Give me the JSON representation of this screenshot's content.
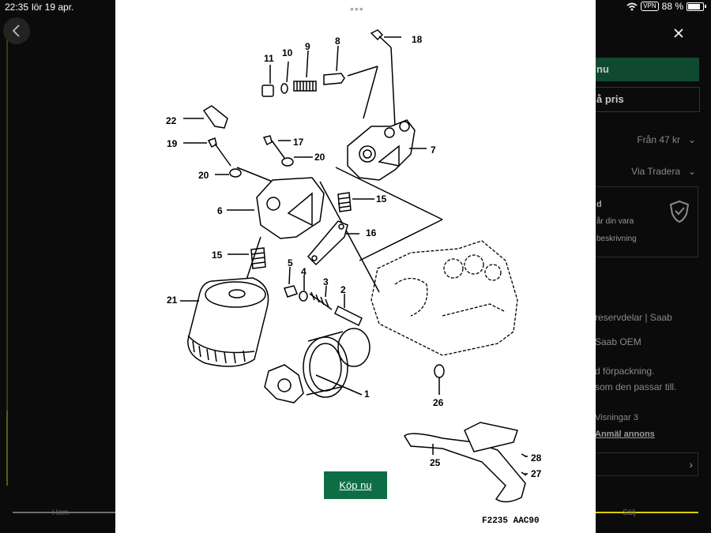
{
  "status_bar": {
    "time": "22:35",
    "date": "lör 19 apr.",
    "vpn": "VPN",
    "battery": "88 %"
  },
  "background": {
    "buy_button": "nu",
    "bid_button": "å pris",
    "shipping_price": "Från 47 kr",
    "shipping_via": "Via Tradera",
    "protection_title": "d",
    "protection_line1": "år din vara",
    "protection_line2": "beskrivning",
    "category": "reservdelar  |  Saab",
    "brand": "Saab OEM",
    "desc_line1": "d förpackning.",
    "desc_line2": "som den passar till.",
    "views": "Visningar 3",
    "report_link": "Anmäl annons",
    "tab_left": "Hem",
    "tab_right": "Sälj"
  },
  "viewer": {
    "dots": "•••",
    "buy_label": "Köp nu",
    "drawing_code": "F2235 AAC90",
    "part_labels": [
      "1",
      "2",
      "3",
      "4",
      "5",
      "6",
      "7",
      "8",
      "9",
      "10",
      "11",
      "15",
      "15",
      "16",
      "17",
      "18",
      "19",
      "20",
      "20",
      "21",
      "22",
      "25",
      "26",
      "27",
      "28"
    ]
  },
  "icons": {
    "back": "chevron-left-icon",
    "close": "close-icon",
    "wifi": "wifi-icon",
    "battery": "battery-icon"
  }
}
